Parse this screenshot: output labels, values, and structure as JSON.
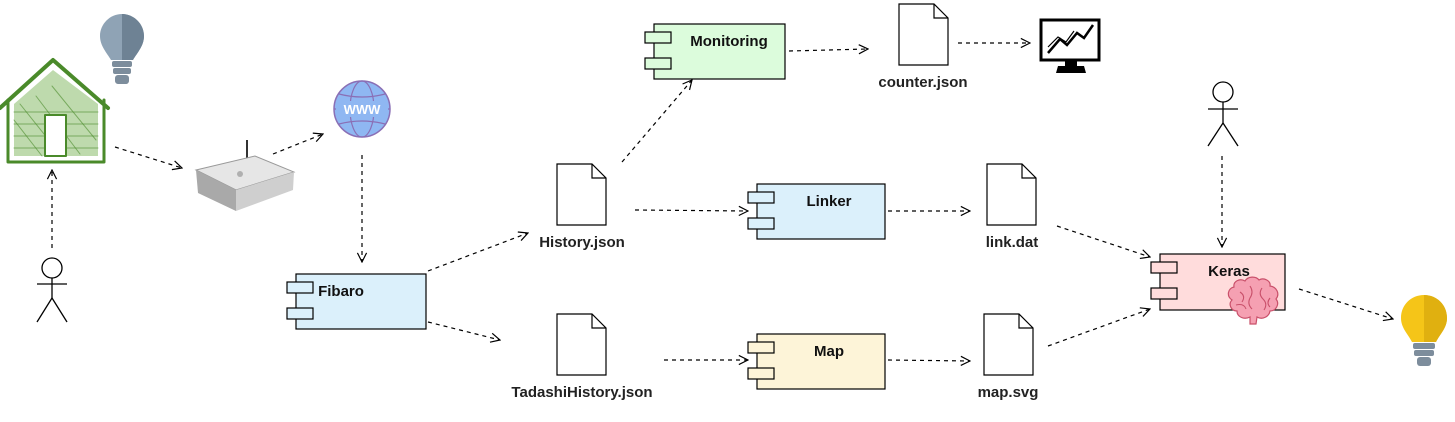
{
  "components": {
    "fibaro": {
      "label": "Fibaro",
      "fill": "#dbf0fb"
    },
    "monitoring": {
      "label": "Monitoring",
      "fill": "#dcfcdc"
    },
    "linker": {
      "label": "Linker",
      "fill": "#dbf0fb"
    },
    "map": {
      "label": "Map",
      "fill": "#fdf4d8"
    },
    "keras": {
      "label": "Keras",
      "fill": "#ffdcdc"
    }
  },
  "files": {
    "history": {
      "label": "History.json"
    },
    "tadashihistory": {
      "label": "TadashiHistory.json"
    },
    "counter": {
      "label": "counter.json"
    },
    "link": {
      "label": "link.dat"
    },
    "map_svg": {
      "label": "map.svg"
    }
  },
  "icons": [
    "house-icon",
    "bulb-off-icon",
    "router-icon",
    "www-globe-icon",
    "actor-icon",
    "monitor-chart-icon",
    "brain-icon",
    "bulb-on-icon"
  ],
  "colors": {
    "house": "#4a8a2a",
    "globe": "#8fb7f2",
    "bulb_off": "#8fa3b5",
    "bulb_on": "#f5c518",
    "brain": "#f08aa0"
  }
}
